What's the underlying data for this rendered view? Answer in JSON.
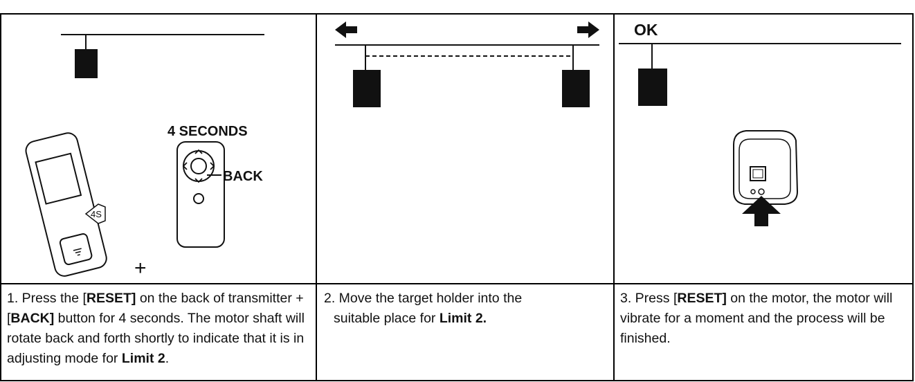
{
  "panels": [
    {
      "labels": {
        "seconds": "4 SECONDS",
        "back": "BACK",
        "plus": "+",
        "remote_badge": "4S"
      },
      "text": {
        "prefix": "1. Press the [",
        "reset": "RESET]",
        "mid": " on the back of transmitter + [",
        "back": "BACK]",
        "rest": " button for 4 seconds. The motor shaft will rotate back and forth shortly to indicate that it is in adjusting mode for ",
        "limit": "Limit 2",
        "end": "."
      }
    },
    {
      "labels": {},
      "text": {
        "line1": "2. Move the target holder into the",
        "line2": "suitable place for ",
        "limit": "Limit 2."
      }
    },
    {
      "labels": {
        "ok": "OK"
      },
      "text": {
        "prefix": "3. Press [",
        "reset": "RESET]",
        "rest": " on the motor, the motor will vibrate for a moment and the process will be finished."
      }
    }
  ],
  "colors": {
    "ink": "#111111",
    "border": "#000000"
  },
  "icons": [
    "left-arrow-icon",
    "right-arrow-icon",
    "up-arrow-icon",
    "remote-control-icon",
    "motor-icon"
  ]
}
